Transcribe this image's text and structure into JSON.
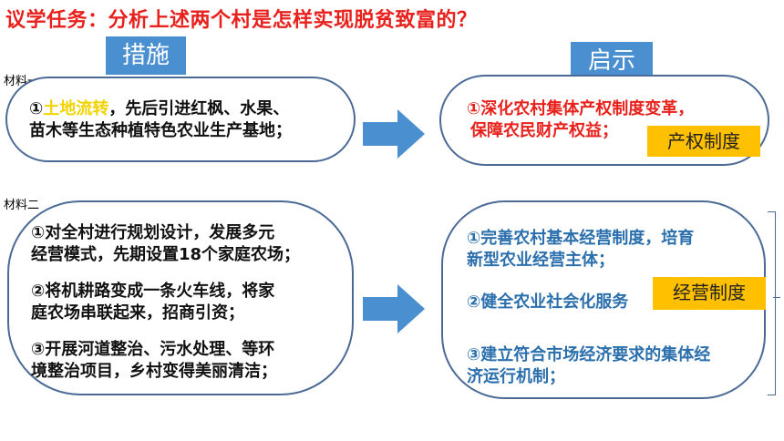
{
  "title": "议学任务：分析上述两个村是怎样实现脱贫致富的？",
  "headers": {
    "measures": "措施",
    "insight": "启示"
  },
  "material1": {
    "label": "材料一",
    "measure": {
      "num": "①",
      "highlight": "土地流转",
      "line1_rest": "，先后引进红枫、水果、",
      "line2": "苗木等生态种植特色农业生产基地；"
    },
    "insight": {
      "line1": "①深化农村集体产权制度变革，",
      "line2": "保障农民财产权益；",
      "tag": "产权制度"
    }
  },
  "material2": {
    "label": "材料二",
    "measures": [
      {
        "line1": "①对全村进行规划设计，发展多元",
        "line2": "经营模式，先期设置18个家庭农场；"
      },
      {
        "line1": "②将机耕路变成一条火车线，将家",
        "line2": "庭农场串联起来，招商引资；"
      },
      {
        "line1": "③开展河道整治、污水处理、等环",
        "line2": "境整治项目，乡村变得美丽清洁；"
      }
    ],
    "insights": [
      {
        "line1": "①完善农村基本经营制度，培育",
        "line2": "新型农业经营主体；"
      },
      {
        "line1": "②健全农业社会化服务"
      },
      {
        "line1": "③建立符合市场经济要求的集体经",
        "line2": "济运行机制；"
      }
    ],
    "tag": "经营制度"
  },
  "colors": {
    "title_red": "#e8211d",
    "header_blue": "#4a8fd0",
    "arrow_blue": "#4a8fd0",
    "oval_border": "#4b6a96",
    "highlight_yellow": "#f2d300",
    "tag_orange": "#ffc000",
    "insight_blue_text": "#2b6fad"
  },
  "icons": {
    "arrow": "right-arrow-icon"
  }
}
